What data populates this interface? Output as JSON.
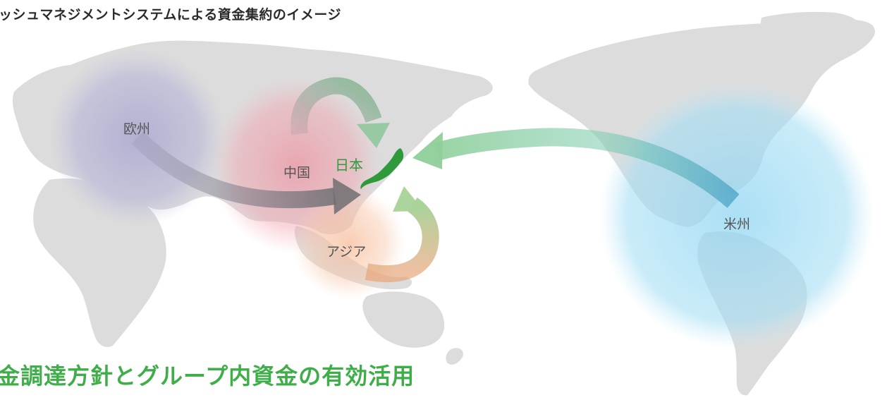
{
  "header": {
    "title": "ッシュマネジメントシステムによる資金集約のイメージ"
  },
  "footer": {
    "caption": "金調達方針とグループ内資金の有効活用"
  },
  "hub": {
    "label": "日本",
    "color": "#2e9a3c"
  },
  "regions": [
    {
      "id": "europe",
      "label": "欧州",
      "glow_color": "#9a98cc",
      "arrow_color": "#7a7790"
    },
    {
      "id": "china",
      "label": "中国",
      "glow_color": "#ee8f9d",
      "arrow_color": "#8b8d8f"
    },
    {
      "id": "asia",
      "label": "アジア",
      "glow_color": "#f6b792",
      "arrow_color": "#d99a6a"
    },
    {
      "id": "americas",
      "label": "米州",
      "glow_color": "#8fd5f2",
      "arrow_color": "#7cc8a0"
    }
  ],
  "colors": {
    "land": "#dcdcdc",
    "hub_arrow": "#8fcf9a"
  }
}
